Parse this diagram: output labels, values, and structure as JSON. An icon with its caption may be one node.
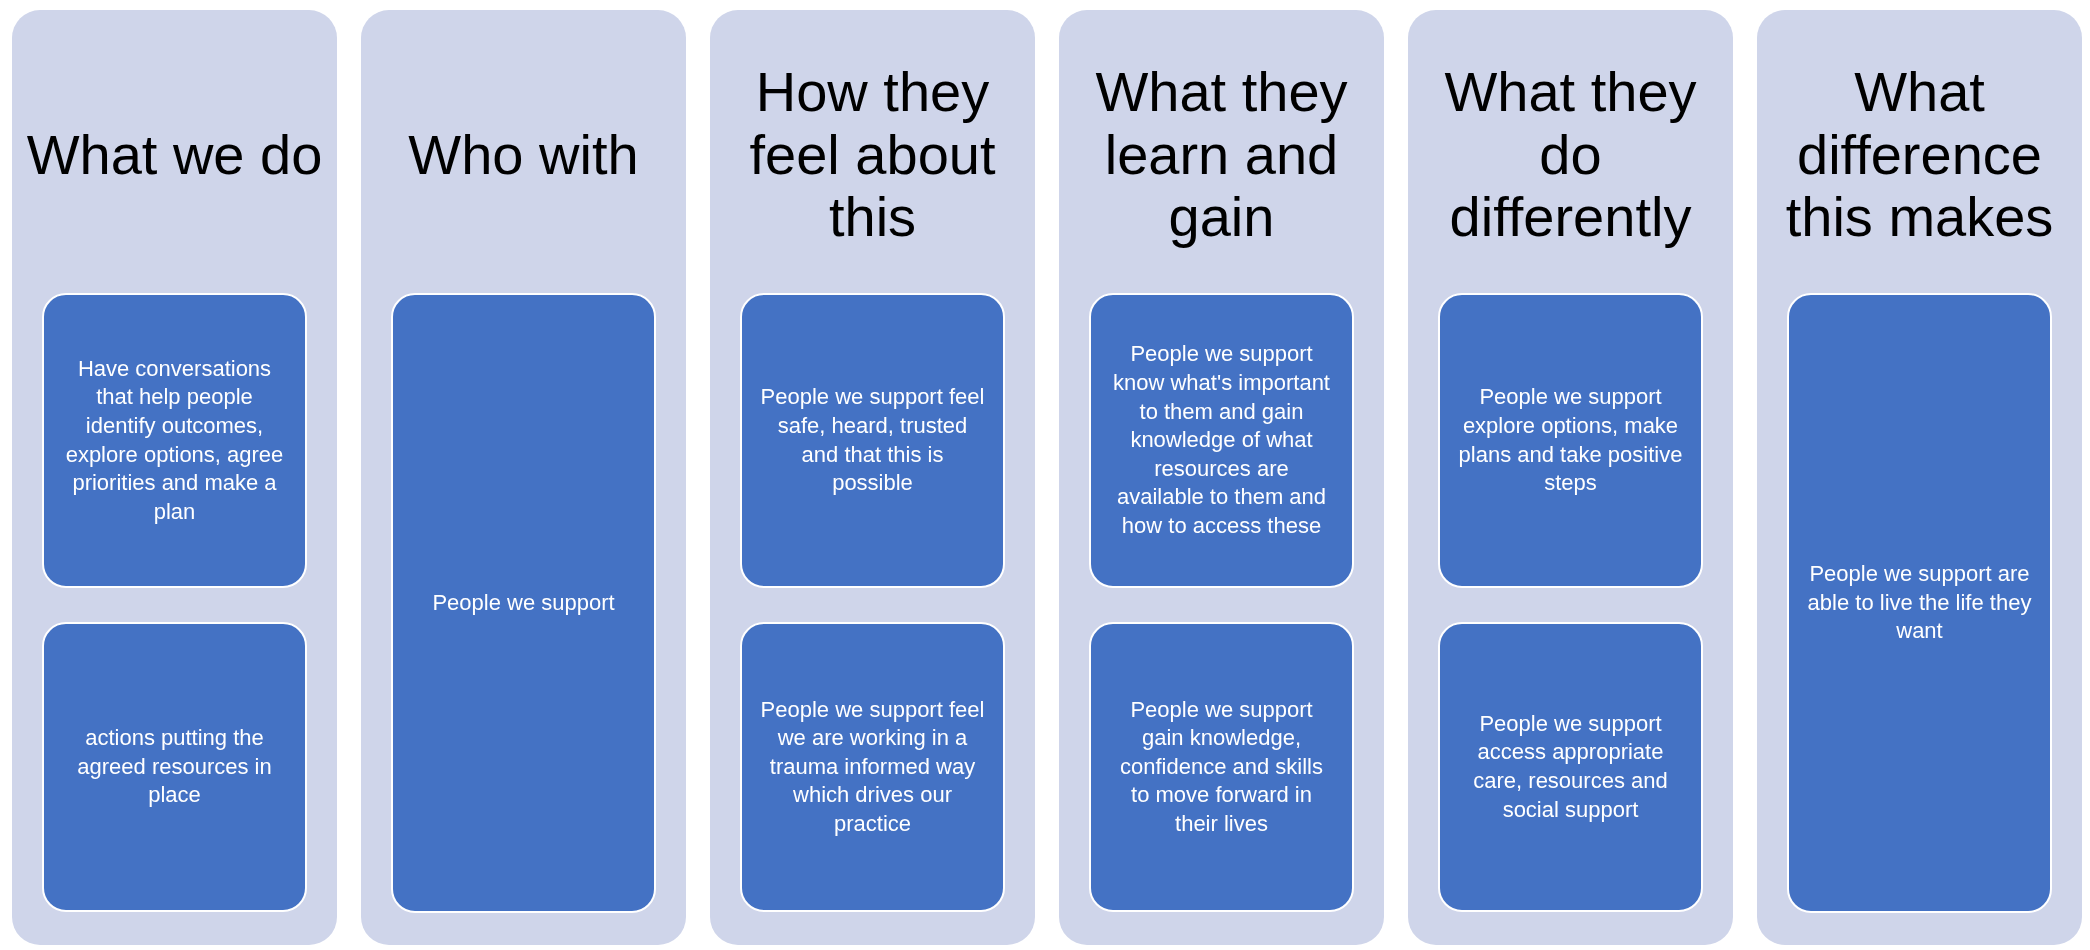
{
  "diagram": {
    "nodes": [
      {
        "text": [
          "What we do"
        ]
      },
      {
        "text": [
          "Have conversations that help people identify outcomes, explore options, agree priorities and make a plan"
        ],
        "in": 0
      },
      {
        "text": [
          "actions putting the agreed resources in place"
        ],
        "in": 0
      },
      {
        "text": [
          "Who with"
        ]
      },
      {
        "text": [
          "People we support"
        ],
        "in": 3
      },
      {
        "text": [
          "How they feel about this"
        ]
      },
      {
        "text": [
          "People we support feel safe, heard, trusted and that this is possible"
        ],
        "in": 5
      },
      {
        "text": [
          "People we support feel we are working in a trauma informed way which drives our practice"
        ],
        "in": 5
      },
      {
        "text": [
          "What they learn and gain"
        ]
      },
      {
        "text": [
          "People we support know what's important to them and gain knowledge of what resources are available to them and how to access these"
        ],
        "in": 8
      },
      {
        "text": [
          "People we support gain knowledge, confidence and skills to move forward in their lives"
        ],
        "in": 8
      },
      {
        "text": [
          "What they do differently"
        ]
      },
      {
        "text": [
          "People we support explore options, make plans and take positive steps"
        ],
        "in": 11
      },
      {
        "text": [
          "People we support access appropriate care, resources and social support"
        ],
        "in": 11
      },
      {
        "text": [
          "What difference this makes"
        ]
      },
      {
        "text": [
          "People we support are able to live the life they want"
        ],
        "in": 14
      }
    ],
    "edges": []
  }
}
